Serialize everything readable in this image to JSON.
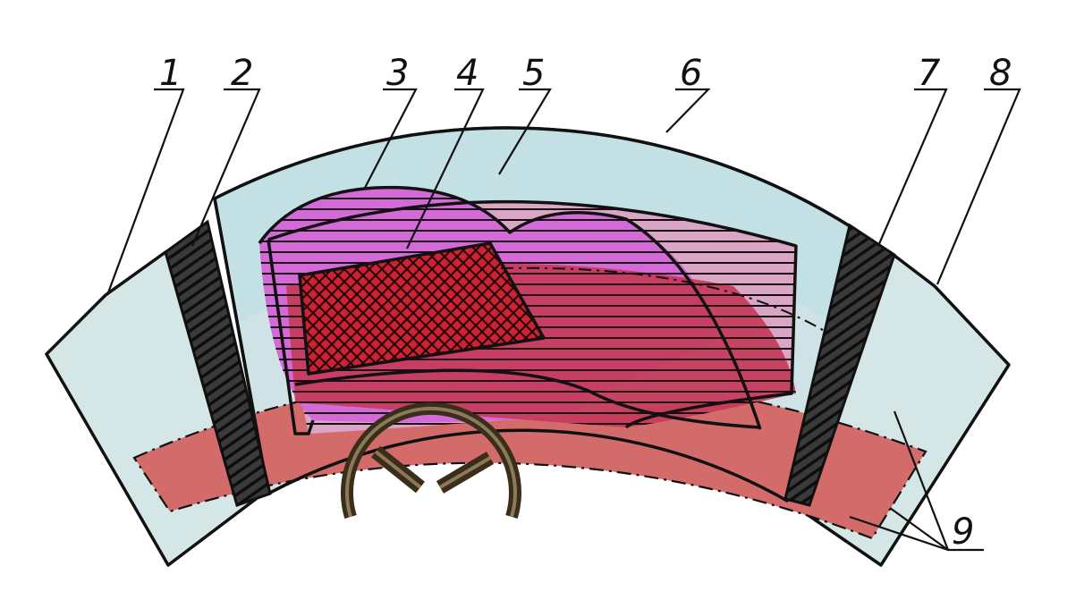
{
  "labels": {
    "l1": "1",
    "l2": "2",
    "l3": "3",
    "l4": "4",
    "l5": "5",
    "l6": "6",
    "l7": "7",
    "l8": "8",
    "l9": "9"
  },
  "colors": {
    "glass_light": "#d5e6e6",
    "glass_blue": "#bfe0e4",
    "pillar_dark": "#2a2a2a",
    "band_salmon": "#d46b6b",
    "zone_violet": "#d46ad8",
    "zone_lilac": "#d9a6c6",
    "zone_crimson": "#c63a5a",
    "zone_red": "#cc2233",
    "wheel": "#3a2d1a"
  }
}
